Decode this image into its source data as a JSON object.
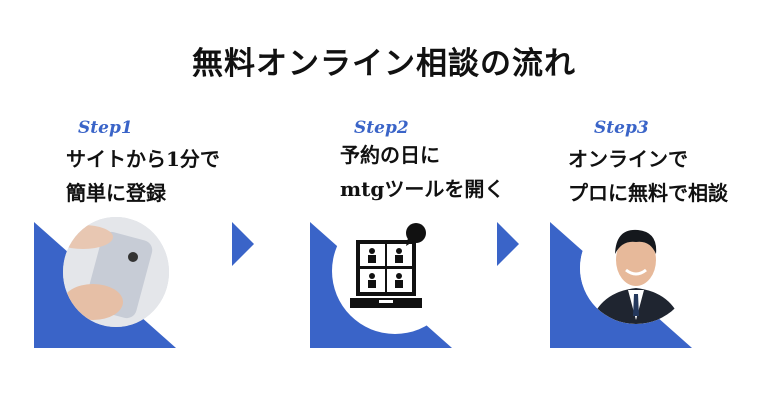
{
  "title": "無料オンライン相談の流れ",
  "accent": "#3a64c8",
  "steps": [
    {
      "label": "Step1",
      "line1": "サイトから1分で",
      "line2": "簡単に登録",
      "icon": "smartphone-photo"
    },
    {
      "label": "Step2",
      "line1": "予約の日に",
      "line2": "mtgツールを開く",
      "icon": "laptop-video-meeting-icon"
    },
    {
      "label": "Step3",
      "line1": "オンラインで",
      "line2": "プロに無料で相談",
      "icon": "consultant-photo"
    }
  ]
}
